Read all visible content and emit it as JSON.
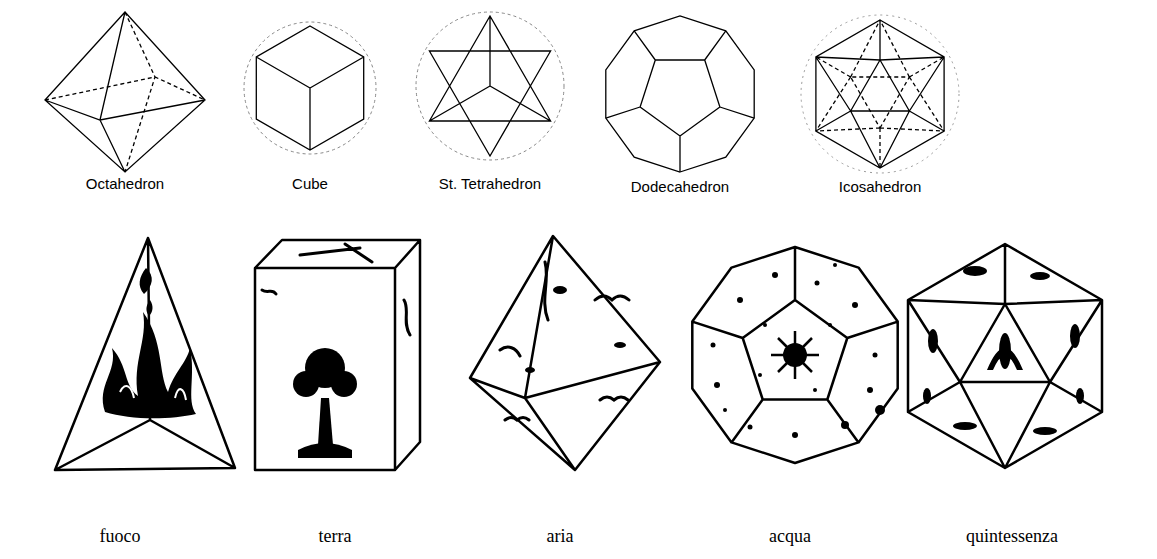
{
  "diagram": {
    "labels": [
      "Octahedron",
      "Cube",
      "St. Tetrahedron",
      "Dodecahedron",
      "Icosahedron",
      "fuoco",
      "terra",
      "aria",
      "acqua",
      "quintessenza"
    ]
  }
}
